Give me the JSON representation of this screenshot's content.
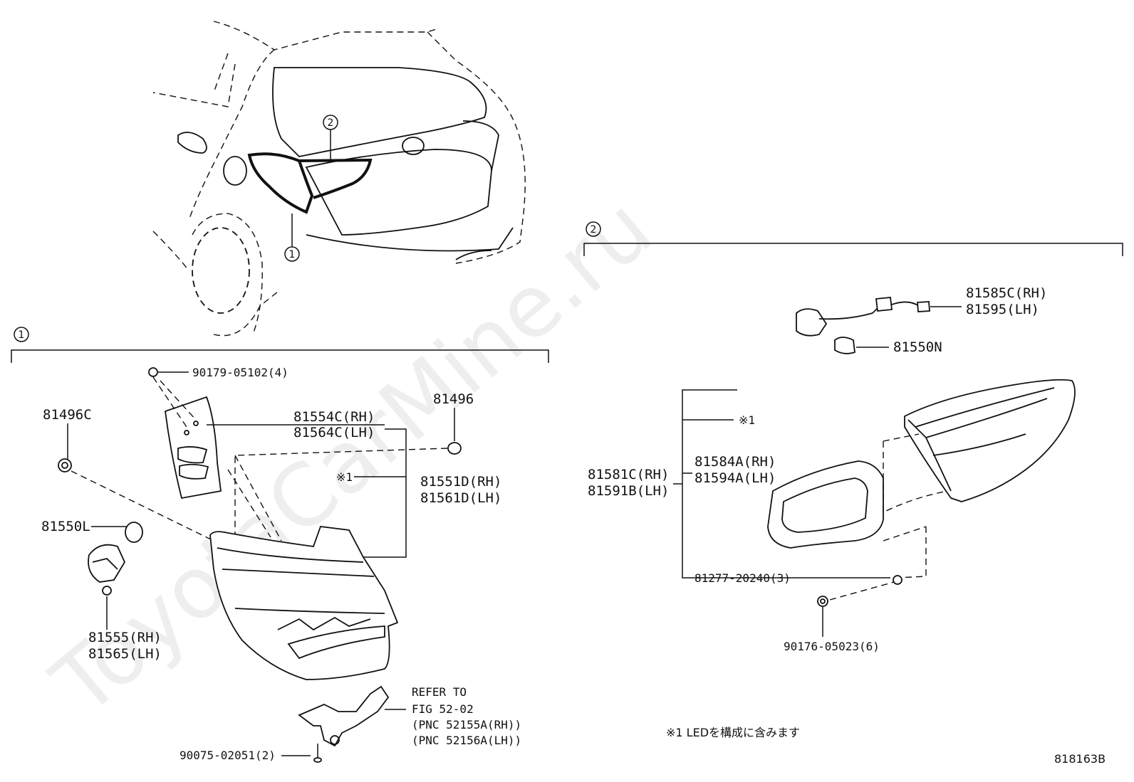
{
  "watermark": "ToyotaCarMine.ru",
  "callouts": {
    "one": "1",
    "two": "2"
  },
  "parts_group1": {
    "bolt_top": "90179-05102(4)",
    "grommet_left": "81496C",
    "gasket_rh": "81554C(RH)",
    "gasket_lh": "81564C(LH)",
    "clip": "81496",
    "led_note": "※1",
    "lamp_rh": "81551D(RH)",
    "lamp_lh": "81561D(LH)",
    "bulb": "81550L",
    "socket_rh": "81555(RH)",
    "socket_lh": "81565(LH)",
    "refer1": "REFER TO",
    "refer2": "FIG 52-02",
    "refer3": "(PNC 52155A(RH))",
    "refer4": "(PNC 52156A(LH))",
    "screw_bottom": "90075-02051(2)"
  },
  "parts_group2": {
    "wire_rh": "81585C(RH)",
    "wire_lh": "81595(LH)",
    "bulb": "81550N",
    "led_note": "※1",
    "gasket_rh": "81584A(RH)",
    "gasket_lh": "81594A(LH)",
    "lamp_rh": "81581C(RH)",
    "lamp_lh": "81591B(LH)",
    "nut": "81277-20240(3)",
    "screw": "90176-05023(6)"
  },
  "footnote": "※1 LEDを構成に含みます",
  "figure_id": "818163B"
}
